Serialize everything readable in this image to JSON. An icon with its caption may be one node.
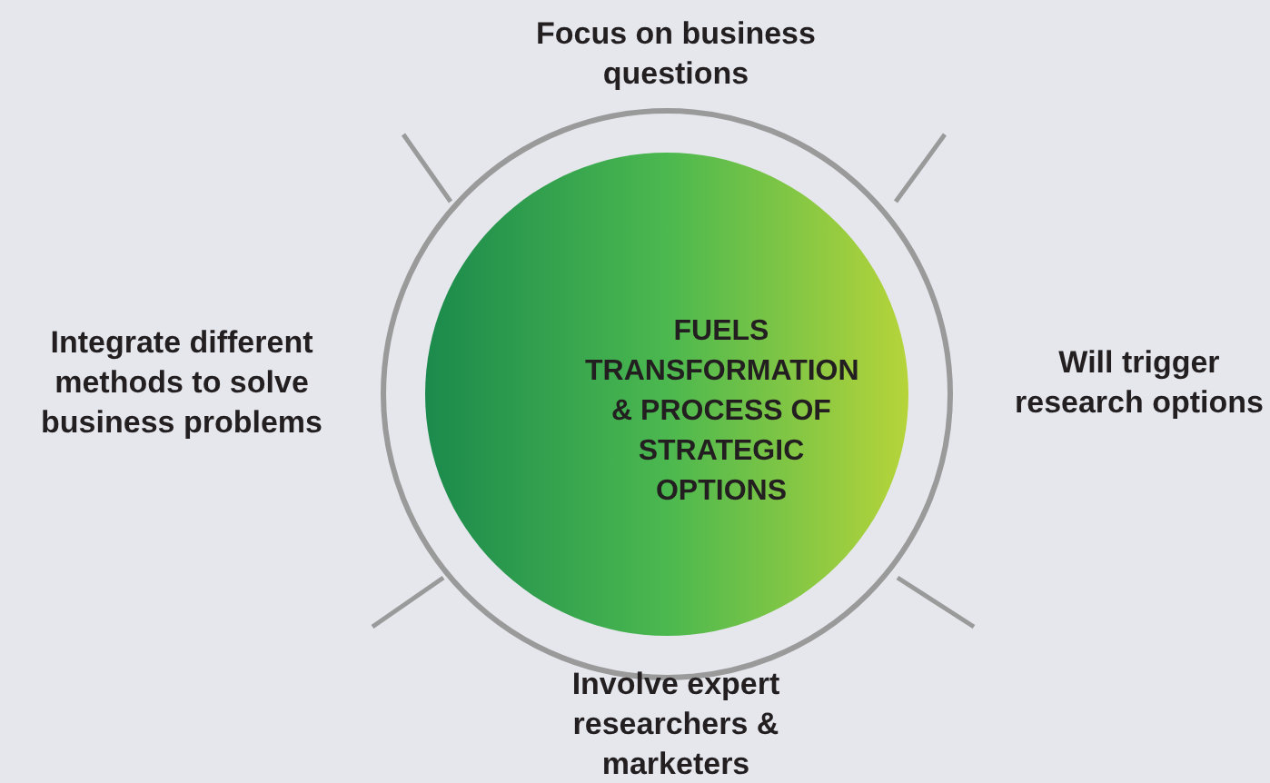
{
  "diagram": {
    "nodes": [
      {
        "text": [],
        "shape": "circle"
      },
      {
        "text": [
          "FUELS TRANSFORMATION & PROCESS OF STRATEGIC OPTIONS"
        ],
        "in": 0
      }
    ],
    "labels": [
      "Focus on business questions",
      "Integrate different methods to solve business problems",
      "Will trigger research options",
      "Involve expert researchers & marketers"
    ]
  }
}
